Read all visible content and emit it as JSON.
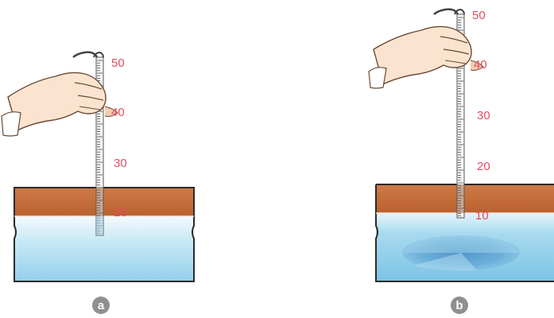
{
  "panels": [
    {
      "id": "a",
      "label": "a",
      "scale_labels": [
        "50",
        "40",
        "30",
        "20"
      ],
      "liquid": "clear"
    },
    {
      "id": "b",
      "label": "b",
      "scale_labels": [
        "50",
        "40",
        "30",
        "20",
        "10"
      ],
      "liquid": "spreading"
    }
  ],
  "colors": {
    "soil": "#c86f3e",
    "water": "#bfe3f2",
    "scale_text": "#e84a5f",
    "label_badge": "#8f8f8f"
  }
}
